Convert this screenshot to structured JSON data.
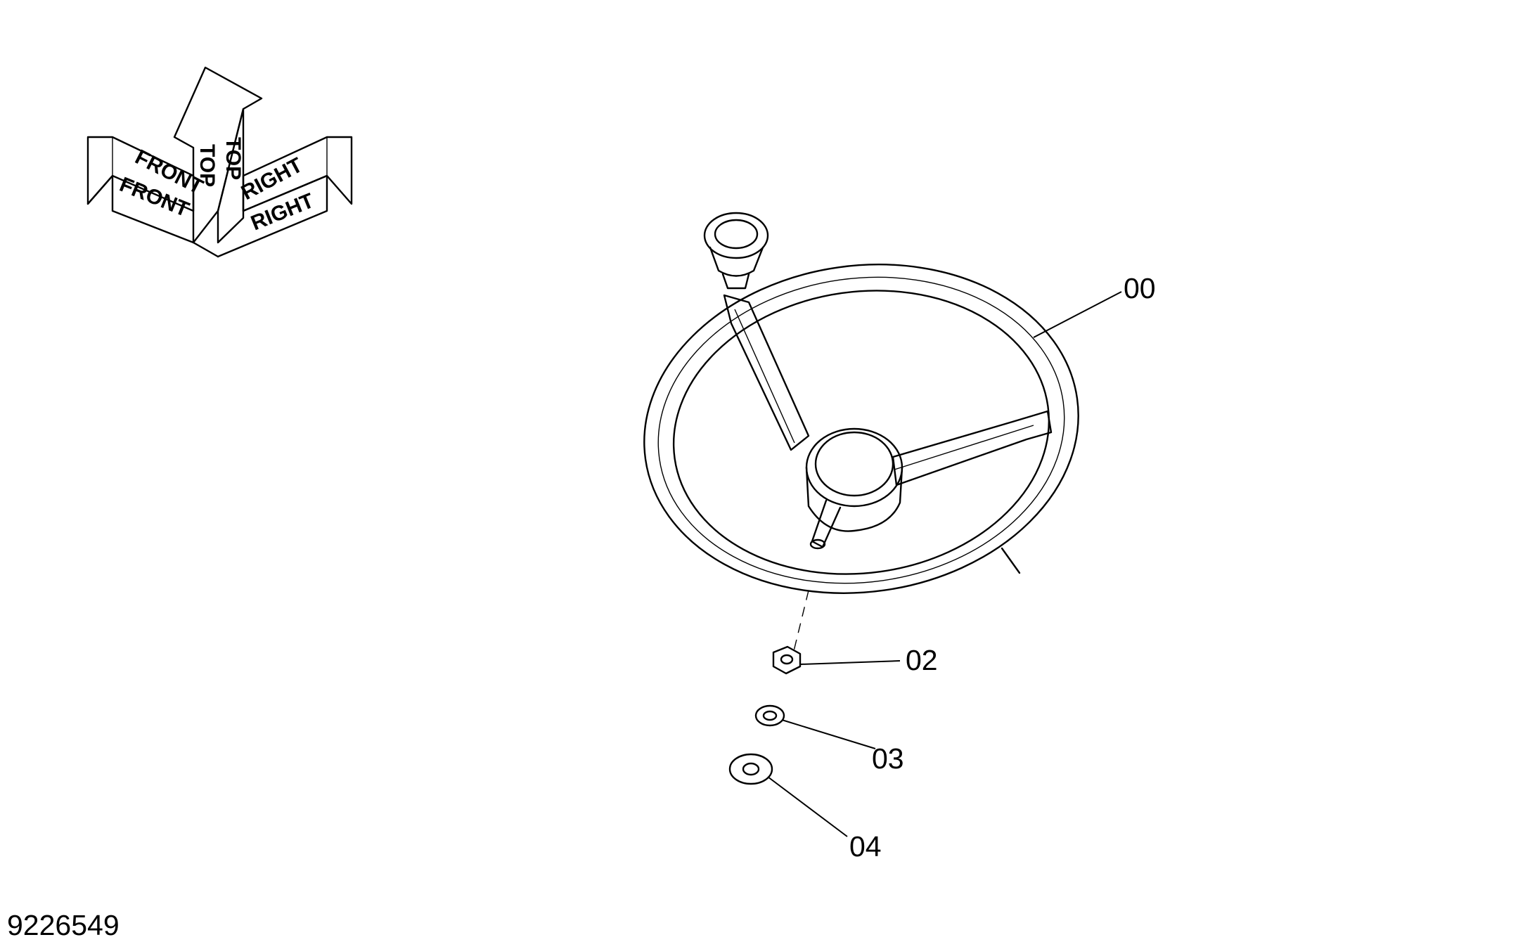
{
  "orientation_indicator": {
    "front_label": "FRONT",
    "front_label_shadow": "FRONT",
    "top_label": "TOP",
    "top_label_shadow": "TOP",
    "right_label": "RIGHT",
    "right_label_shadow": "RIGHT"
  },
  "parts": [
    {
      "label": "00",
      "part": "steering wheel"
    },
    {
      "label": "02",
      "part": "nut"
    },
    {
      "label": "03",
      "part": "lock washer"
    },
    {
      "label": "04",
      "part": "washer"
    }
  ],
  "drawing_number": "9226549"
}
